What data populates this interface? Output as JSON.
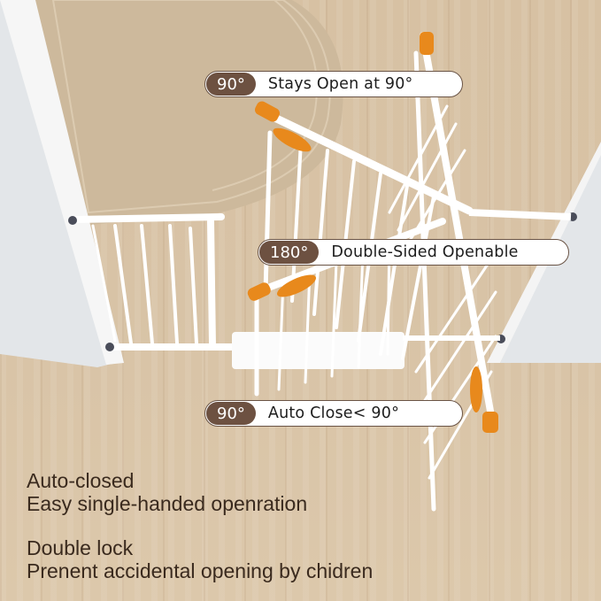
{
  "product_image": {
    "subject": "white pressure-mounted baby safety gate with orange handles, shown open in multiple positions",
    "colors": {
      "floor": "#d8c3a6",
      "rug": "#cbb79a",
      "wall": "#e4e7ea",
      "gate": "#ffffff",
      "handle_accent": "#e8891c",
      "badge": "#6d5141",
      "text": "#3a2a1e"
    }
  },
  "callouts": [
    {
      "badge": "90°",
      "text": "Stays Open at 90°"
    },
    {
      "badge": "180°",
      "text": "Double-Sided Openable"
    },
    {
      "badge": "90°",
      "text": "Auto Close< 90°"
    }
  ],
  "features": [
    {
      "title": "Auto-closed",
      "detail": "Easy single-handed openration"
    },
    {
      "title": "Double lock",
      "detail": "Prenent accidental opening by chidren"
    }
  ]
}
